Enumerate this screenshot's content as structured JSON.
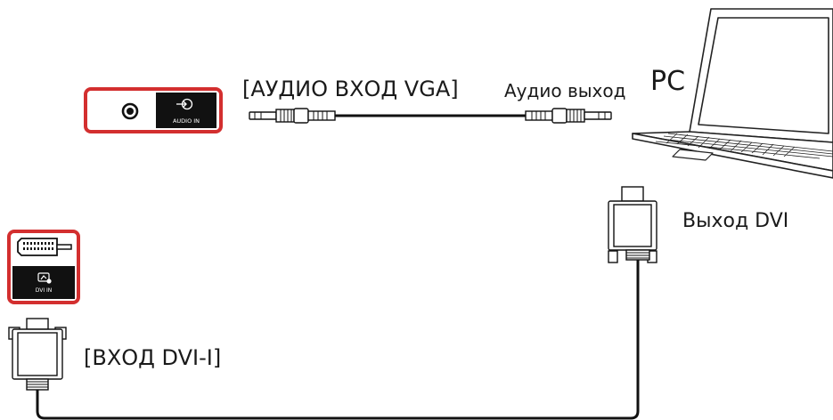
{
  "labels": {
    "audio_in_vga": "[АУДИО ВХОД VGA]",
    "audio_out": "Аудио выход",
    "pc": "PC",
    "dvi_out": "Выход DVI",
    "dvi_in": "[ВХОД DVI-I]"
  },
  "ports": {
    "audio_port_text": "AUDIO IN",
    "dvi_port_text": "DVI IN"
  },
  "colors": {
    "highlight": "#d32f2f",
    "panel": "#111111",
    "line": "#111111"
  }
}
